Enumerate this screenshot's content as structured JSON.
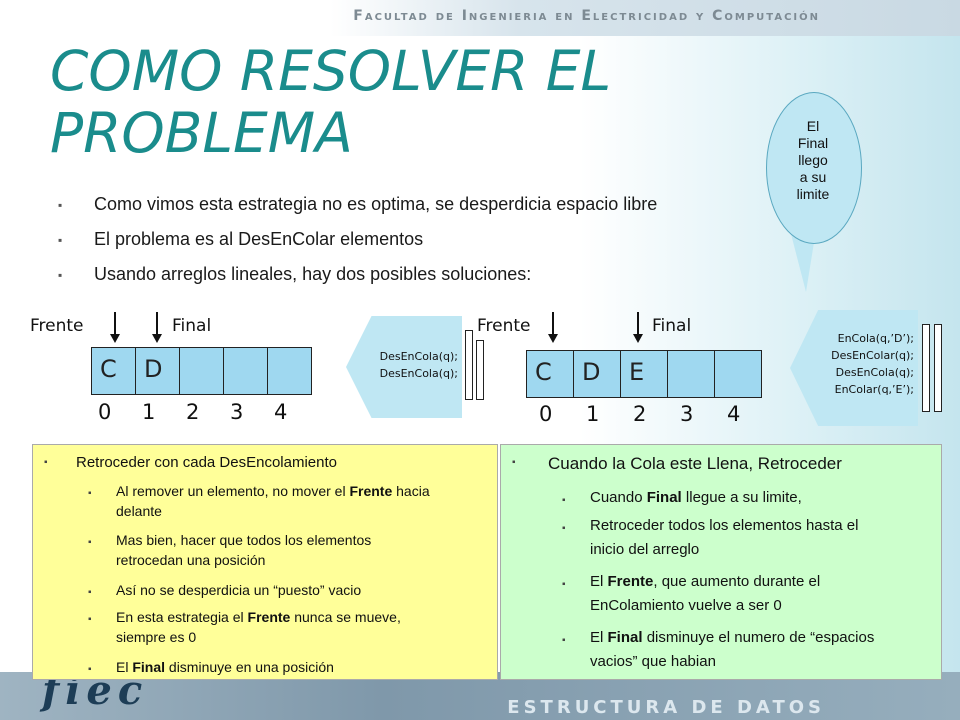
{
  "header": {
    "institution": "Facultad de Ingenieria en Electricidad y Computación"
  },
  "footer": {
    "course": "ESTRUCTURA DE DATOS",
    "logo": "fiec"
  },
  "slide": {
    "title_line1": "COMO RESOLVER EL",
    "title_line2": "PROBLEMA",
    "bullets": [
      "Como vimos esta estrategia no es optima, se desperdicia espacio libre",
      "El problema es al DesEnColar elementos",
      "Usando arreglos lineales, hay dos posibles soluciones:"
    ],
    "callout": [
      "El",
      "Final",
      "llego",
      "a su",
      "limite"
    ]
  },
  "diagram_left": {
    "frente_label": "Frente",
    "final_label": "Final",
    "cells": [
      "C",
      "D",
      "",
      "",
      ""
    ],
    "indices": [
      "0",
      "1",
      "2",
      "3",
      "4"
    ],
    "commands": [
      "DesEnCola(q);",
      "DesEnCola(q);"
    ]
  },
  "diagram_right": {
    "frente_label": "Frente",
    "final_label": "Final",
    "cells": [
      "C",
      "D",
      "E",
      "",
      ""
    ],
    "indices": [
      "0",
      "1",
      "2",
      "3",
      "4"
    ],
    "commands": [
      "EnCola(q,’D’);",
      "DesEnColar(q);",
      "DesEnCola(q);",
      "EnColar(q,’E’);"
    ]
  },
  "panel_left": {
    "heading": "Retroceder con cada DesEncolamiento",
    "item1_a": "Al remover un elemento, no mover el ",
    "item1_b": "Frente",
    "item1_c": " hacia",
    "item1_d": "delante",
    "item2_a": "Mas bien, hacer que todos los elementos",
    "item2_b": "retrocedan una posición",
    "item3": "Así no se desperdicia un “puesto” vacio",
    "item4_a": "En esta estrategia el ",
    "item4_b": "Frente",
    "item4_c": " nunca se mueve,",
    "item4_d": "siempre es 0",
    "item5_a": "El ",
    "item5_b": "Final",
    "item5_c": " disminuye en una posición"
  },
  "panel_right": {
    "heading": "Cuando la Cola este Llena, Retroceder",
    "item1_a": "Cuando ",
    "item1_b": "Final",
    "item1_c": " llegue a su limite,",
    "item2_a": "Retroceder todos los elementos hasta el",
    "item2_b": "inicio del arreglo",
    "item3_a": "El ",
    "item3_b": "Frente",
    "item3_c": ", que aumento durante el",
    "item3_d": "EnColamiento vuelve a ser 0",
    "item4_a": "El ",
    "item4_b": "Final",
    "item4_c": " disminuye el numero de “espacios",
    "item4_d": "vacios” que habian"
  }
}
